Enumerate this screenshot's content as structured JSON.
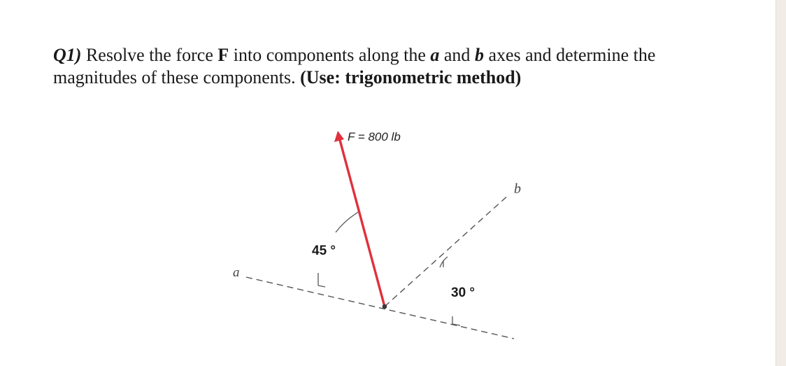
{
  "question": {
    "number": "Q1)",
    "t1": " Resolve the force ",
    "force_symbol": "F",
    "t2": " into components along the ",
    "axis_a": "a",
    "t3": " and ",
    "axis_b": "b",
    "t4": " axes and determine the",
    "t5": "magnitudes of these components. ",
    "method_note": "(Use: trigonometric method)"
  },
  "diagram": {
    "force_label": "F = 800 lb",
    "axis_a_label": "a",
    "axis_b_label": "b",
    "angle_force_label": "45 °",
    "angle_axes_label": "30 °",
    "force_color": "#e0303c",
    "line_color": "#555555"
  }
}
